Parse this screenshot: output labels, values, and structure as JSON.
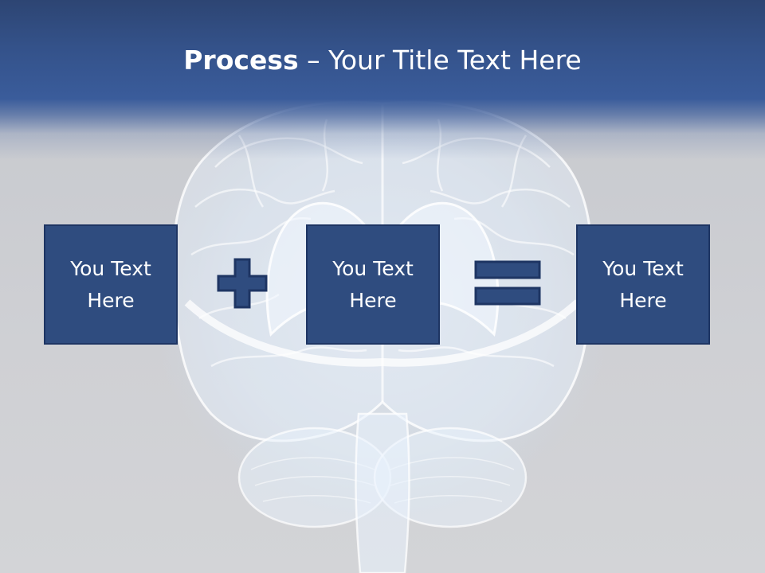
{
  "title": {
    "bold": "Process",
    "rest": " – Your Title Text Here"
  },
  "boxes": [
    {
      "line1": "You Text",
      "line2": "Here"
    },
    {
      "line1": "You Text",
      "line2": "Here"
    },
    {
      "line1": "You Text",
      "line2": "Here"
    }
  ],
  "symbols": {
    "plus": "plus-icon",
    "equals": "equals-icon"
  },
  "colors": {
    "header": "#34528a",
    "box_fill": "#2f4c7f",
    "box_border": "#1e3563",
    "symbol_fill": "#2f4c7f",
    "text": "#ffffff"
  }
}
